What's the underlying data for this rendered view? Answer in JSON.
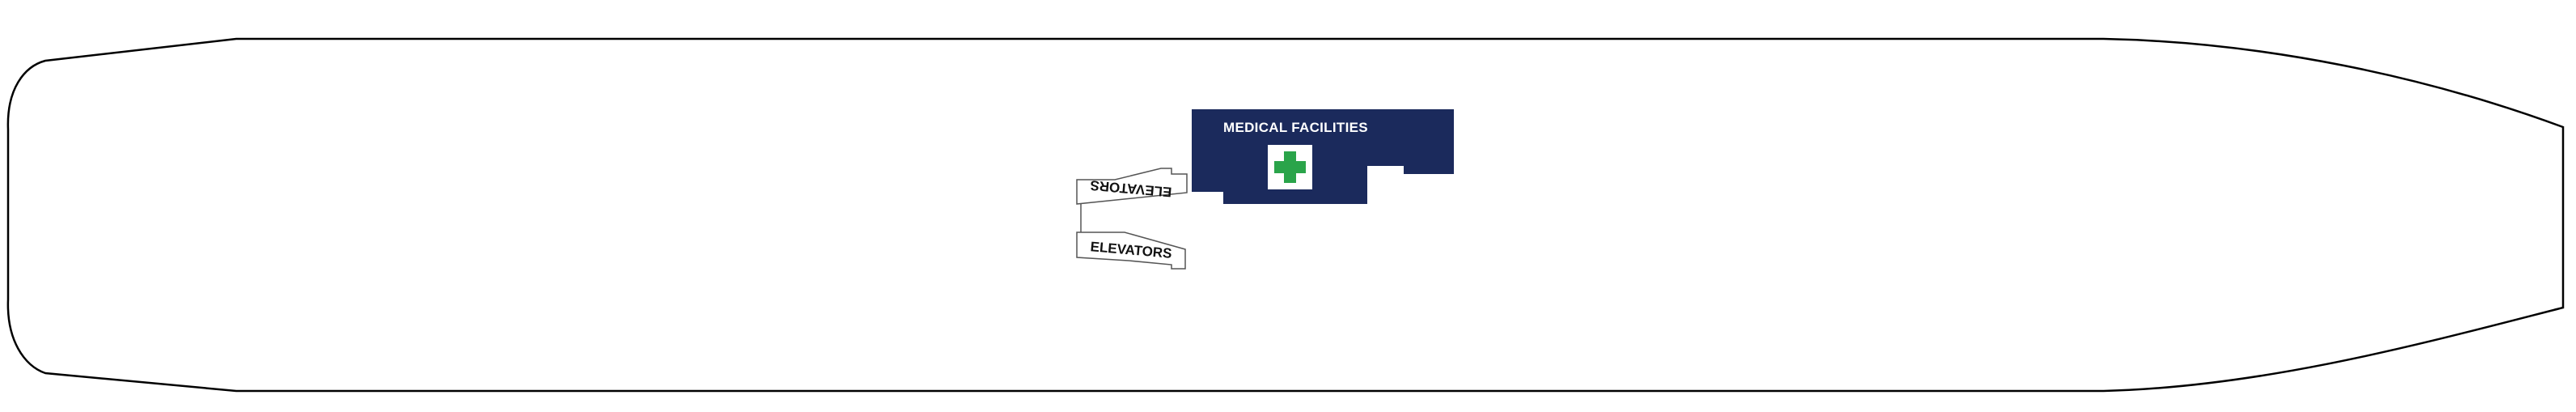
{
  "colors": {
    "hull_stroke": "#000000",
    "hull_fill": "#ffffff",
    "venue_fill": "#1b2a5c",
    "venue_text": "#ffffff",
    "medical_cross": "#2aa44a",
    "cross_tile": "#ffffff",
    "elevator_stroke": "#555555",
    "elevator_text": "#111111"
  },
  "venues": {
    "medical": {
      "label": "MEDICAL FACILITIES",
      "icon": "medical-cross-icon"
    }
  },
  "elevators": {
    "upper_label": "ELEVATORS",
    "lower_label": "ELEVATORS"
  }
}
